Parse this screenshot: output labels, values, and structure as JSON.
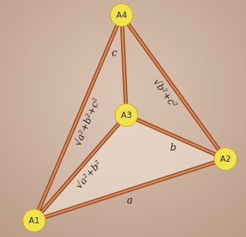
{
  "diagram": {
    "nodes": [
      {
        "text": [
          "A1"
        ]
      },
      {
        "text": [
          "A2"
        ]
      },
      {
        "text": [
          "A3"
        ]
      },
      {
        "text": [
          "A4"
        ]
      }
    ],
    "edges": [
      {
        "from": 0,
        "to": 1,
        "label": "a",
        "arrow": "none"
      },
      {
        "from": 1,
        "to": 2,
        "label": "b",
        "arrow": "none"
      },
      {
        "from": 2,
        "to": 3,
        "label": "c",
        "arrow": "none"
      },
      {
        "from": 0,
        "to": 2,
        "label": "√a²+b²",
        "arrow": "none"
      },
      {
        "from": 1,
        "to": 3,
        "label": "√b²+c²",
        "arrow": "none"
      },
      {
        "from": 0,
        "to": 3,
        "label": "√a²+b²+c²",
        "arrow": "none"
      }
    ]
  }
}
